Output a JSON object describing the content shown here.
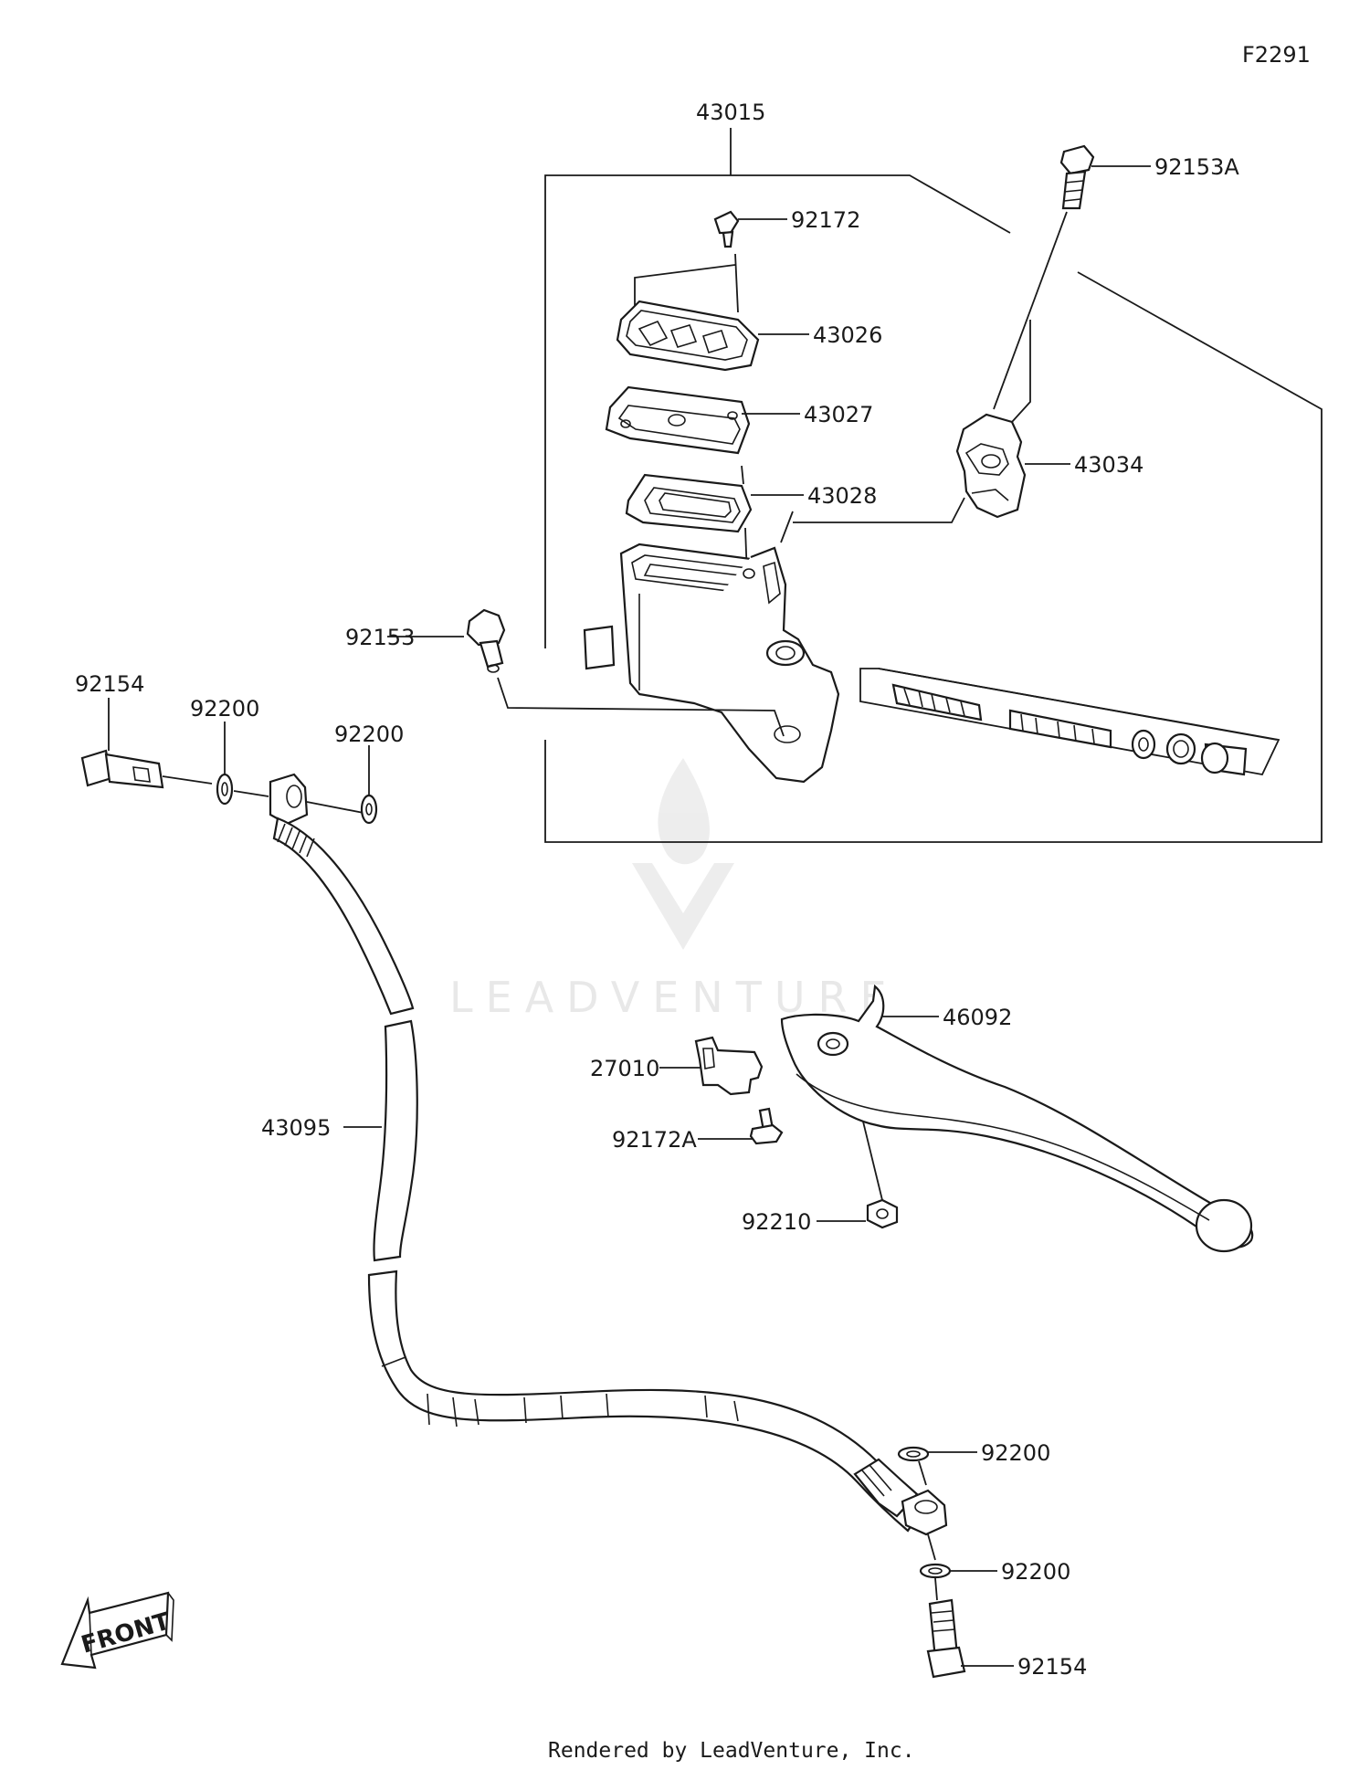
{
  "diagram_code": "F2291",
  "watermark": "LEADVENTURE",
  "footer": "Rendered by LeadVenture, Inc.",
  "front_label": "FRONT",
  "callouts": {
    "c43015": "43015",
    "c92153A": "92153A",
    "c92172": "92172",
    "c43026": "43026",
    "c43027": "43027",
    "c43034": "43034",
    "c43028": "43028",
    "c92153": "92153",
    "c92154_top": "92154",
    "c92200_a": "92200",
    "c92200_b": "92200",
    "c46092": "46092",
    "c27010": "27010",
    "c43095": "43095",
    "c92172A": "92172A",
    "c92210": "92210",
    "c92200_c": "92200",
    "c92200_d": "92200",
    "c92154_bot": "92154"
  }
}
